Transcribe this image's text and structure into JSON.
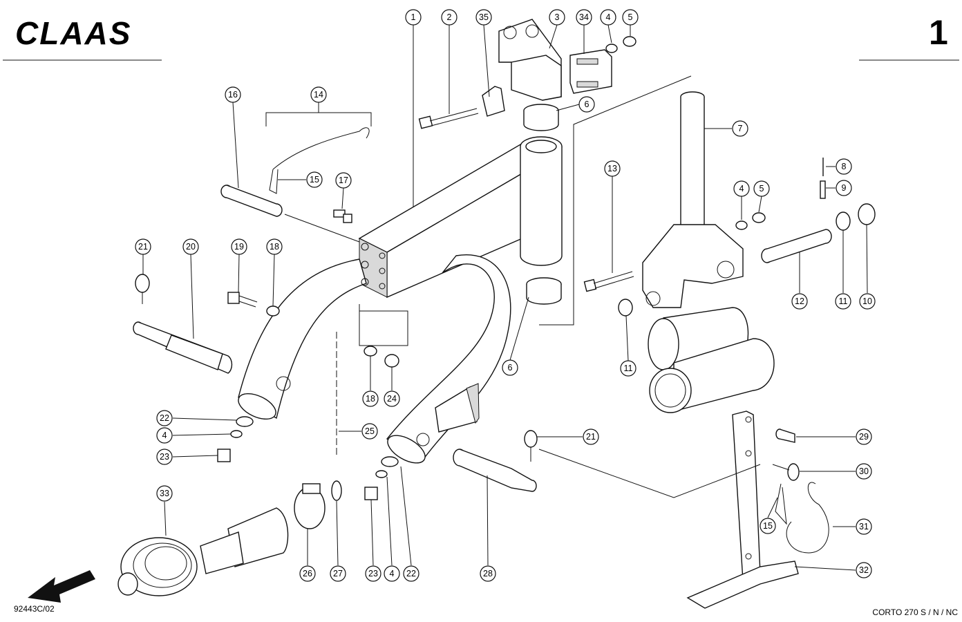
{
  "header": {
    "brand": "CLAAS",
    "page_number": "1"
  },
  "footer": {
    "drawing_code": "92443C/02",
    "model": "CORTO 270 S / N / NC"
  },
  "callouts": [
    {
      "label": "1"
    },
    {
      "label": "2"
    },
    {
      "label": "35"
    },
    {
      "label": "3"
    },
    {
      "label": "34"
    },
    {
      "label": "4"
    },
    {
      "label": "5"
    },
    {
      "label": "6"
    },
    {
      "label": "7"
    },
    {
      "label": "16"
    },
    {
      "label": "14"
    },
    {
      "label": "15"
    },
    {
      "label": "17"
    },
    {
      "label": "13"
    },
    {
      "label": "8"
    },
    {
      "label": "9"
    },
    {
      "label": "4"
    },
    {
      "label": "5"
    },
    {
      "label": "21"
    },
    {
      "label": "20"
    },
    {
      "label": "19"
    },
    {
      "label": "18"
    },
    {
      "label": "12"
    },
    {
      "label": "11"
    },
    {
      "label": "10"
    },
    {
      "label": "11"
    },
    {
      "label": "6"
    },
    {
      "label": "18"
    },
    {
      "label": "24"
    },
    {
      "label": "22"
    },
    {
      "label": "4"
    },
    {
      "label": "23"
    },
    {
      "label": "25"
    },
    {
      "label": "21"
    },
    {
      "label": "29"
    },
    {
      "label": "30"
    },
    {
      "label": "33"
    },
    {
      "label": "15"
    },
    {
      "label": "31"
    },
    {
      "label": "26"
    },
    {
      "label": "27"
    },
    {
      "label": "23"
    },
    {
      "label": "4"
    },
    {
      "label": "22"
    },
    {
      "label": "28"
    },
    {
      "label": "32"
    }
  ]
}
